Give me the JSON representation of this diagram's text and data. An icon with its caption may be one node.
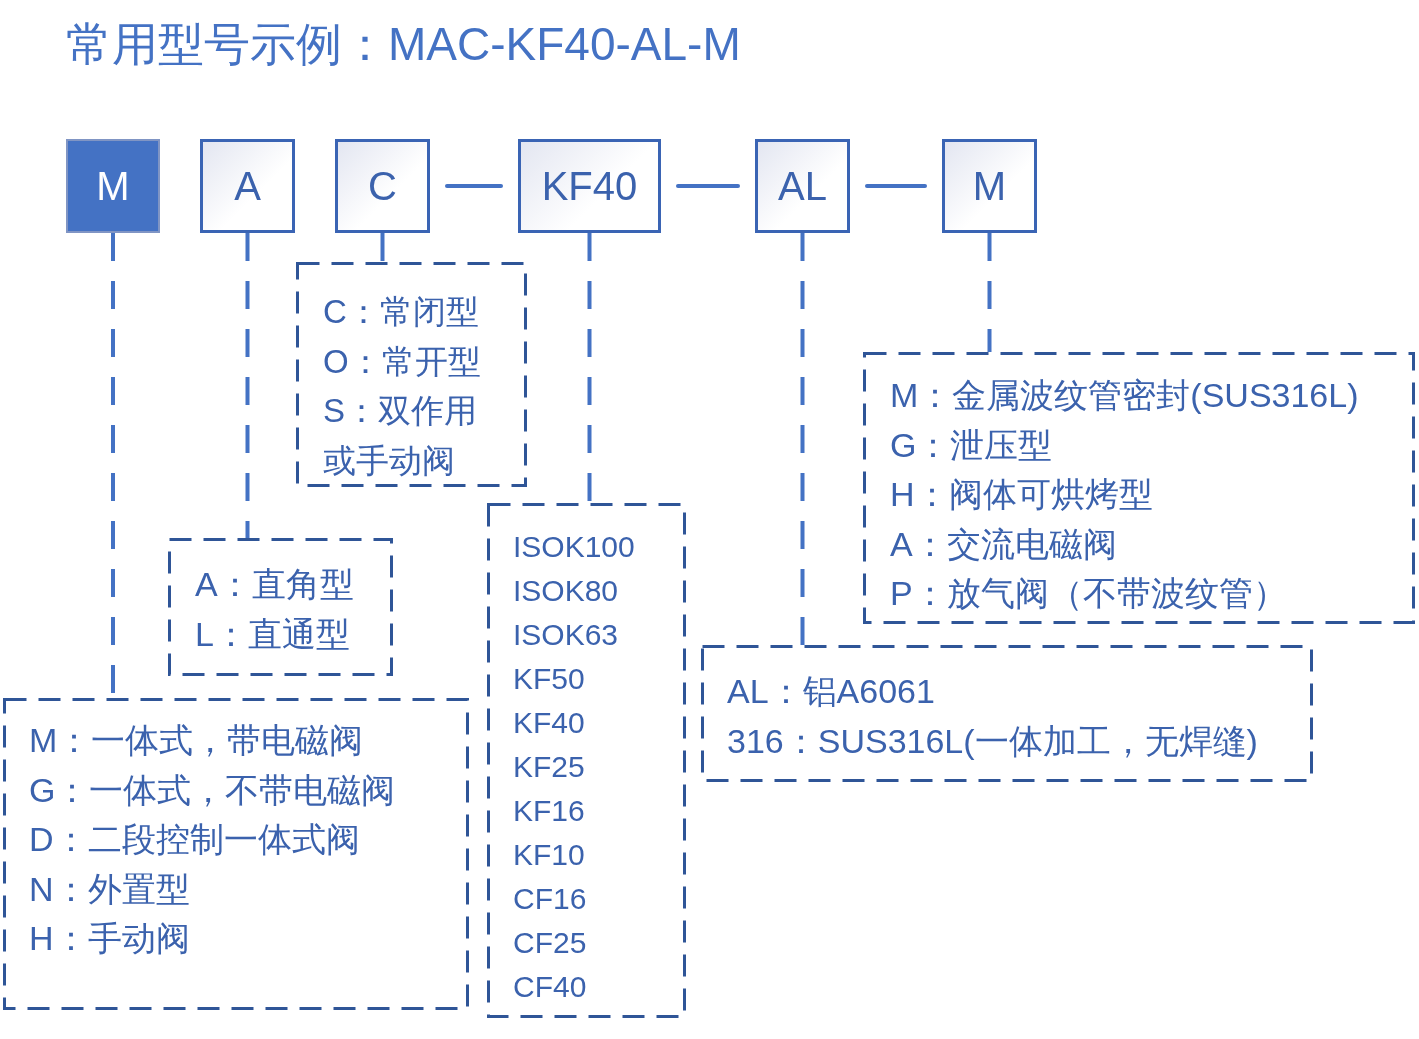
{
  "diagram": {
    "title": "常用型号示例：MAC-KF40-AL-M",
    "nodes": [
      {
        "text": [
          "M"
        ]
      },
      {
        "text": [
          "A"
        ]
      },
      {
        "text": [
          "C"
        ]
      },
      {
        "text": [
          "KF40"
        ]
      },
      {
        "text": [
          "AL"
        ]
      },
      {
        "text": [
          "M"
        ]
      },
      {
        "text": [
          "M：一体式，带电磁阀",
          "G：一体式，不带电磁阀",
          "D：二段控制一体式阀",
          "N：外置型",
          "H：手动阀"
        ]
      },
      {
        "text": [
          "A：直角型",
          "L：直通型"
        ]
      },
      {
        "text": [
          "C：常闭型",
          "O：常开型",
          "S：双作用或手动阀"
        ]
      },
      {
        "text": [
          "ISOK100",
          "ISOK80",
          "ISOK63",
          "KF50",
          "KF40",
          "KF25",
          "KF16",
          "KF10",
          "CF16",
          "CF25",
          "CF40"
        ]
      },
      {
        "text": [
          "AL：铝A6061",
          "316：SUS316L(一体加工，无焊缝)"
        ]
      },
      {
        "text": [
          "M：金属波纹管密封(SUS316L)",
          "G：泄压型",
          "H：阀体可烘烤型",
          "A：交流电磁阀",
          "P：放气阀（不带波纹管）"
        ]
      }
    ],
    "edges": [
      {
        "from": 2,
        "to": 3,
        "arrow": "none"
      },
      {
        "from": 3,
        "to": 4,
        "arrow": "none"
      },
      {
        "from": 4,
        "to": 5,
        "arrow": "none"
      },
      {
        "from": 0,
        "to": 6,
        "arrow": "none",
        "style": "dashed"
      },
      {
        "from": 1,
        "to": 7,
        "arrow": "none",
        "style": "dashed"
      },
      {
        "from": 2,
        "to": 8,
        "arrow": "none",
        "style": "dashed"
      },
      {
        "from": 3,
        "to": 9,
        "arrow": "none",
        "style": "dashed"
      },
      {
        "from": 4,
        "to": 10,
        "arrow": "none",
        "style": "dashed"
      },
      {
        "from": 5,
        "to": 11,
        "arrow": "none",
        "style": "dashed"
      }
    ]
  }
}
